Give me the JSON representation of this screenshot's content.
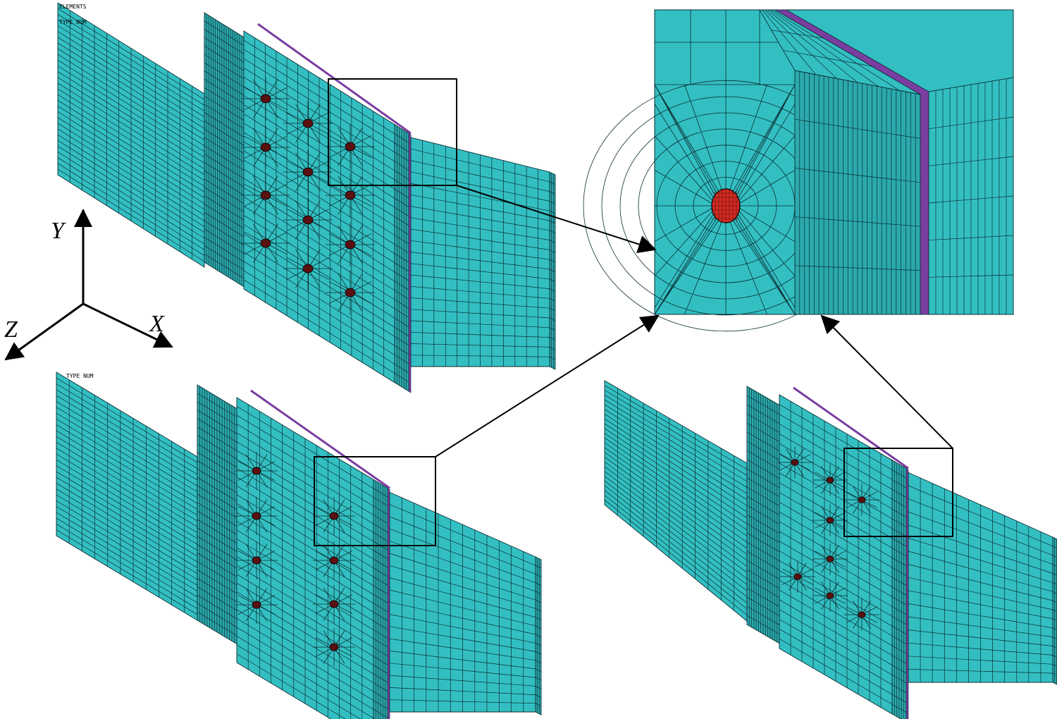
{
  "colors": {
    "mesh_face": "#33BFC2",
    "mesh_face_side": "#2BAAAE",
    "mesh_line": "#0B2E33",
    "weld_stripe": "#7A3DA0",
    "bolt_fill": "#D32A22",
    "bolt_dark": "#5A1010",
    "frame": "#000000",
    "background": "#FFFFFF"
  },
  "panels": {
    "top_left": {
      "overlay_line1": "ELEMENTS",
      "overlay_line2": "TYPE NUM"
    },
    "bottom_left": {
      "overlay_line1": "TYPE NUM"
    }
  },
  "axes": {
    "y": "Y",
    "z": "Z",
    "x": "X"
  },
  "icons": {
    "triad": "coordinate-triad-icon",
    "arrow": "arrow-head-icon",
    "bolt": "bolt-hole-icon"
  }
}
